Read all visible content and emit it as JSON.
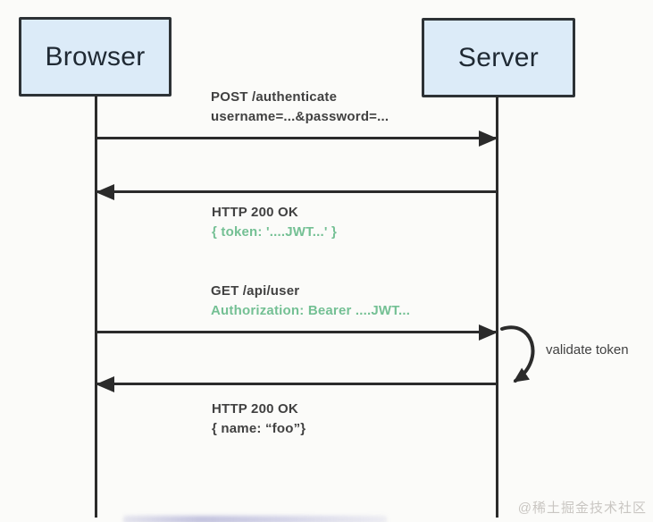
{
  "diagram": {
    "actors": [
      {
        "id": "browser",
        "label": "Browser"
      },
      {
        "id": "server",
        "label": "Server"
      }
    ],
    "messages": [
      {
        "from": "browser",
        "to": "server",
        "line1": "POST /authenticate",
        "line2": "username=...&password=..."
      },
      {
        "from": "server",
        "to": "browser",
        "line1": "HTTP 200 OK",
        "line2": "{ token: '....JWT...' }"
      },
      {
        "from": "browser",
        "to": "server",
        "line1": "GET /api/user",
        "line2": "Authorization: Bearer ....JWT..."
      },
      {
        "from": "server",
        "to": "browser",
        "line1": "HTTP 200 OK",
        "line2": "{ name: “foo”}"
      }
    ],
    "self_action": {
      "actor": "server",
      "label": "validate token"
    },
    "colors": {
      "background": "#fbfbf9",
      "box_fill": "#dcebf8",
      "box_border": "#2d3236",
      "box_text": "#1f2933",
      "line": "#2b2b2b",
      "text_dark": "#414141",
      "text_green": "#74c094",
      "watermark": "#c9c6c2"
    }
  },
  "watermark": "@稀土掘金技术社区"
}
